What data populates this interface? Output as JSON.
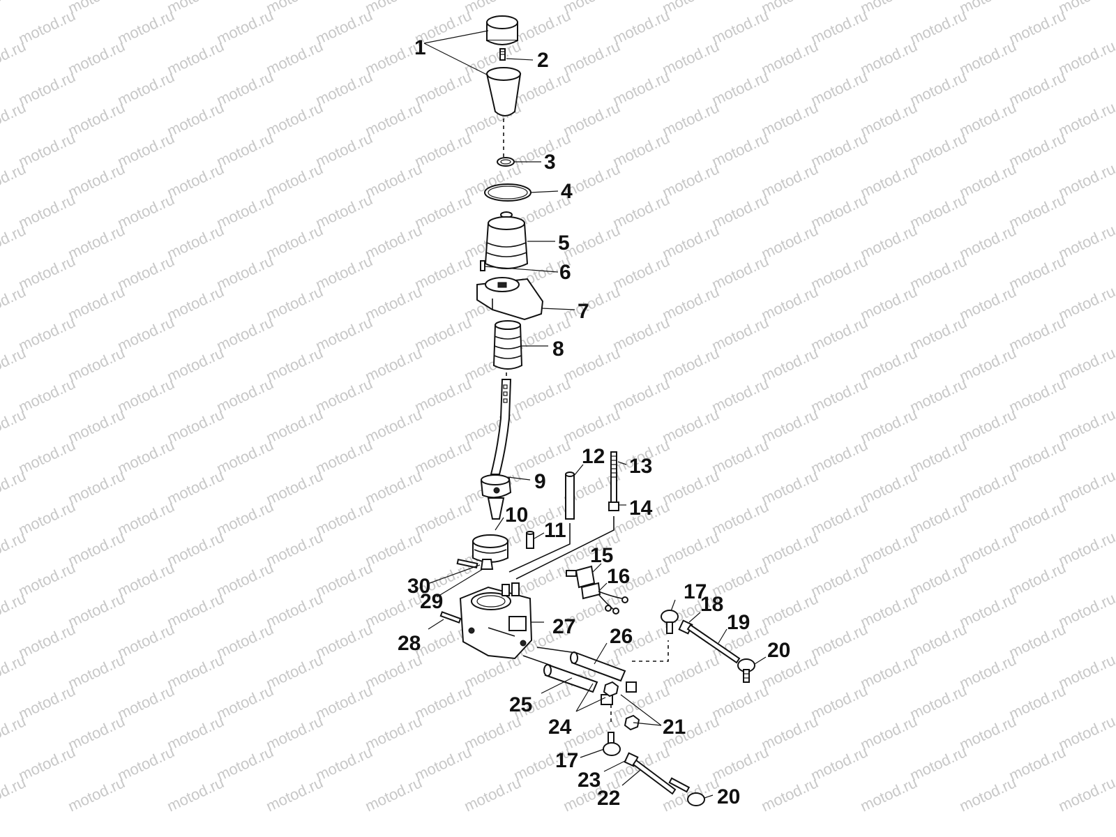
{
  "watermark": {
    "text": "motod.ru",
    "color": "#c8c8c8"
  },
  "diagram": {
    "callouts": [
      {
        "id": "c1",
        "text": "1"
      },
      {
        "id": "c2",
        "text": "2"
      },
      {
        "id": "c3",
        "text": "3"
      },
      {
        "id": "c4",
        "text": "4"
      },
      {
        "id": "c5",
        "text": "5"
      },
      {
        "id": "c6",
        "text": "6"
      },
      {
        "id": "c7",
        "text": "7"
      },
      {
        "id": "c8",
        "text": "8"
      },
      {
        "id": "c9",
        "text": "9"
      },
      {
        "id": "c10",
        "text": "10"
      },
      {
        "id": "c11",
        "text": "11"
      },
      {
        "id": "c12",
        "text": "12"
      },
      {
        "id": "c13",
        "text": "13"
      },
      {
        "id": "c14",
        "text": "14"
      },
      {
        "id": "c15",
        "text": "15"
      },
      {
        "id": "c16",
        "text": "16"
      },
      {
        "id": "c17a",
        "text": "17"
      },
      {
        "id": "c18",
        "text": "18"
      },
      {
        "id": "c19",
        "text": "19"
      },
      {
        "id": "c20a",
        "text": "20"
      },
      {
        "id": "c21",
        "text": "21"
      },
      {
        "id": "c22",
        "text": "22"
      },
      {
        "id": "c23",
        "text": "23"
      },
      {
        "id": "c24",
        "text": "24"
      },
      {
        "id": "c25",
        "text": "25"
      },
      {
        "id": "c26",
        "text": "26"
      },
      {
        "id": "c27",
        "text": "27"
      },
      {
        "id": "c28",
        "text": "28"
      },
      {
        "id": "c29",
        "text": "29"
      },
      {
        "id": "c30",
        "text": "30"
      },
      {
        "id": "c17b",
        "text": "17"
      },
      {
        "id": "c20b",
        "text": "20"
      }
    ]
  }
}
